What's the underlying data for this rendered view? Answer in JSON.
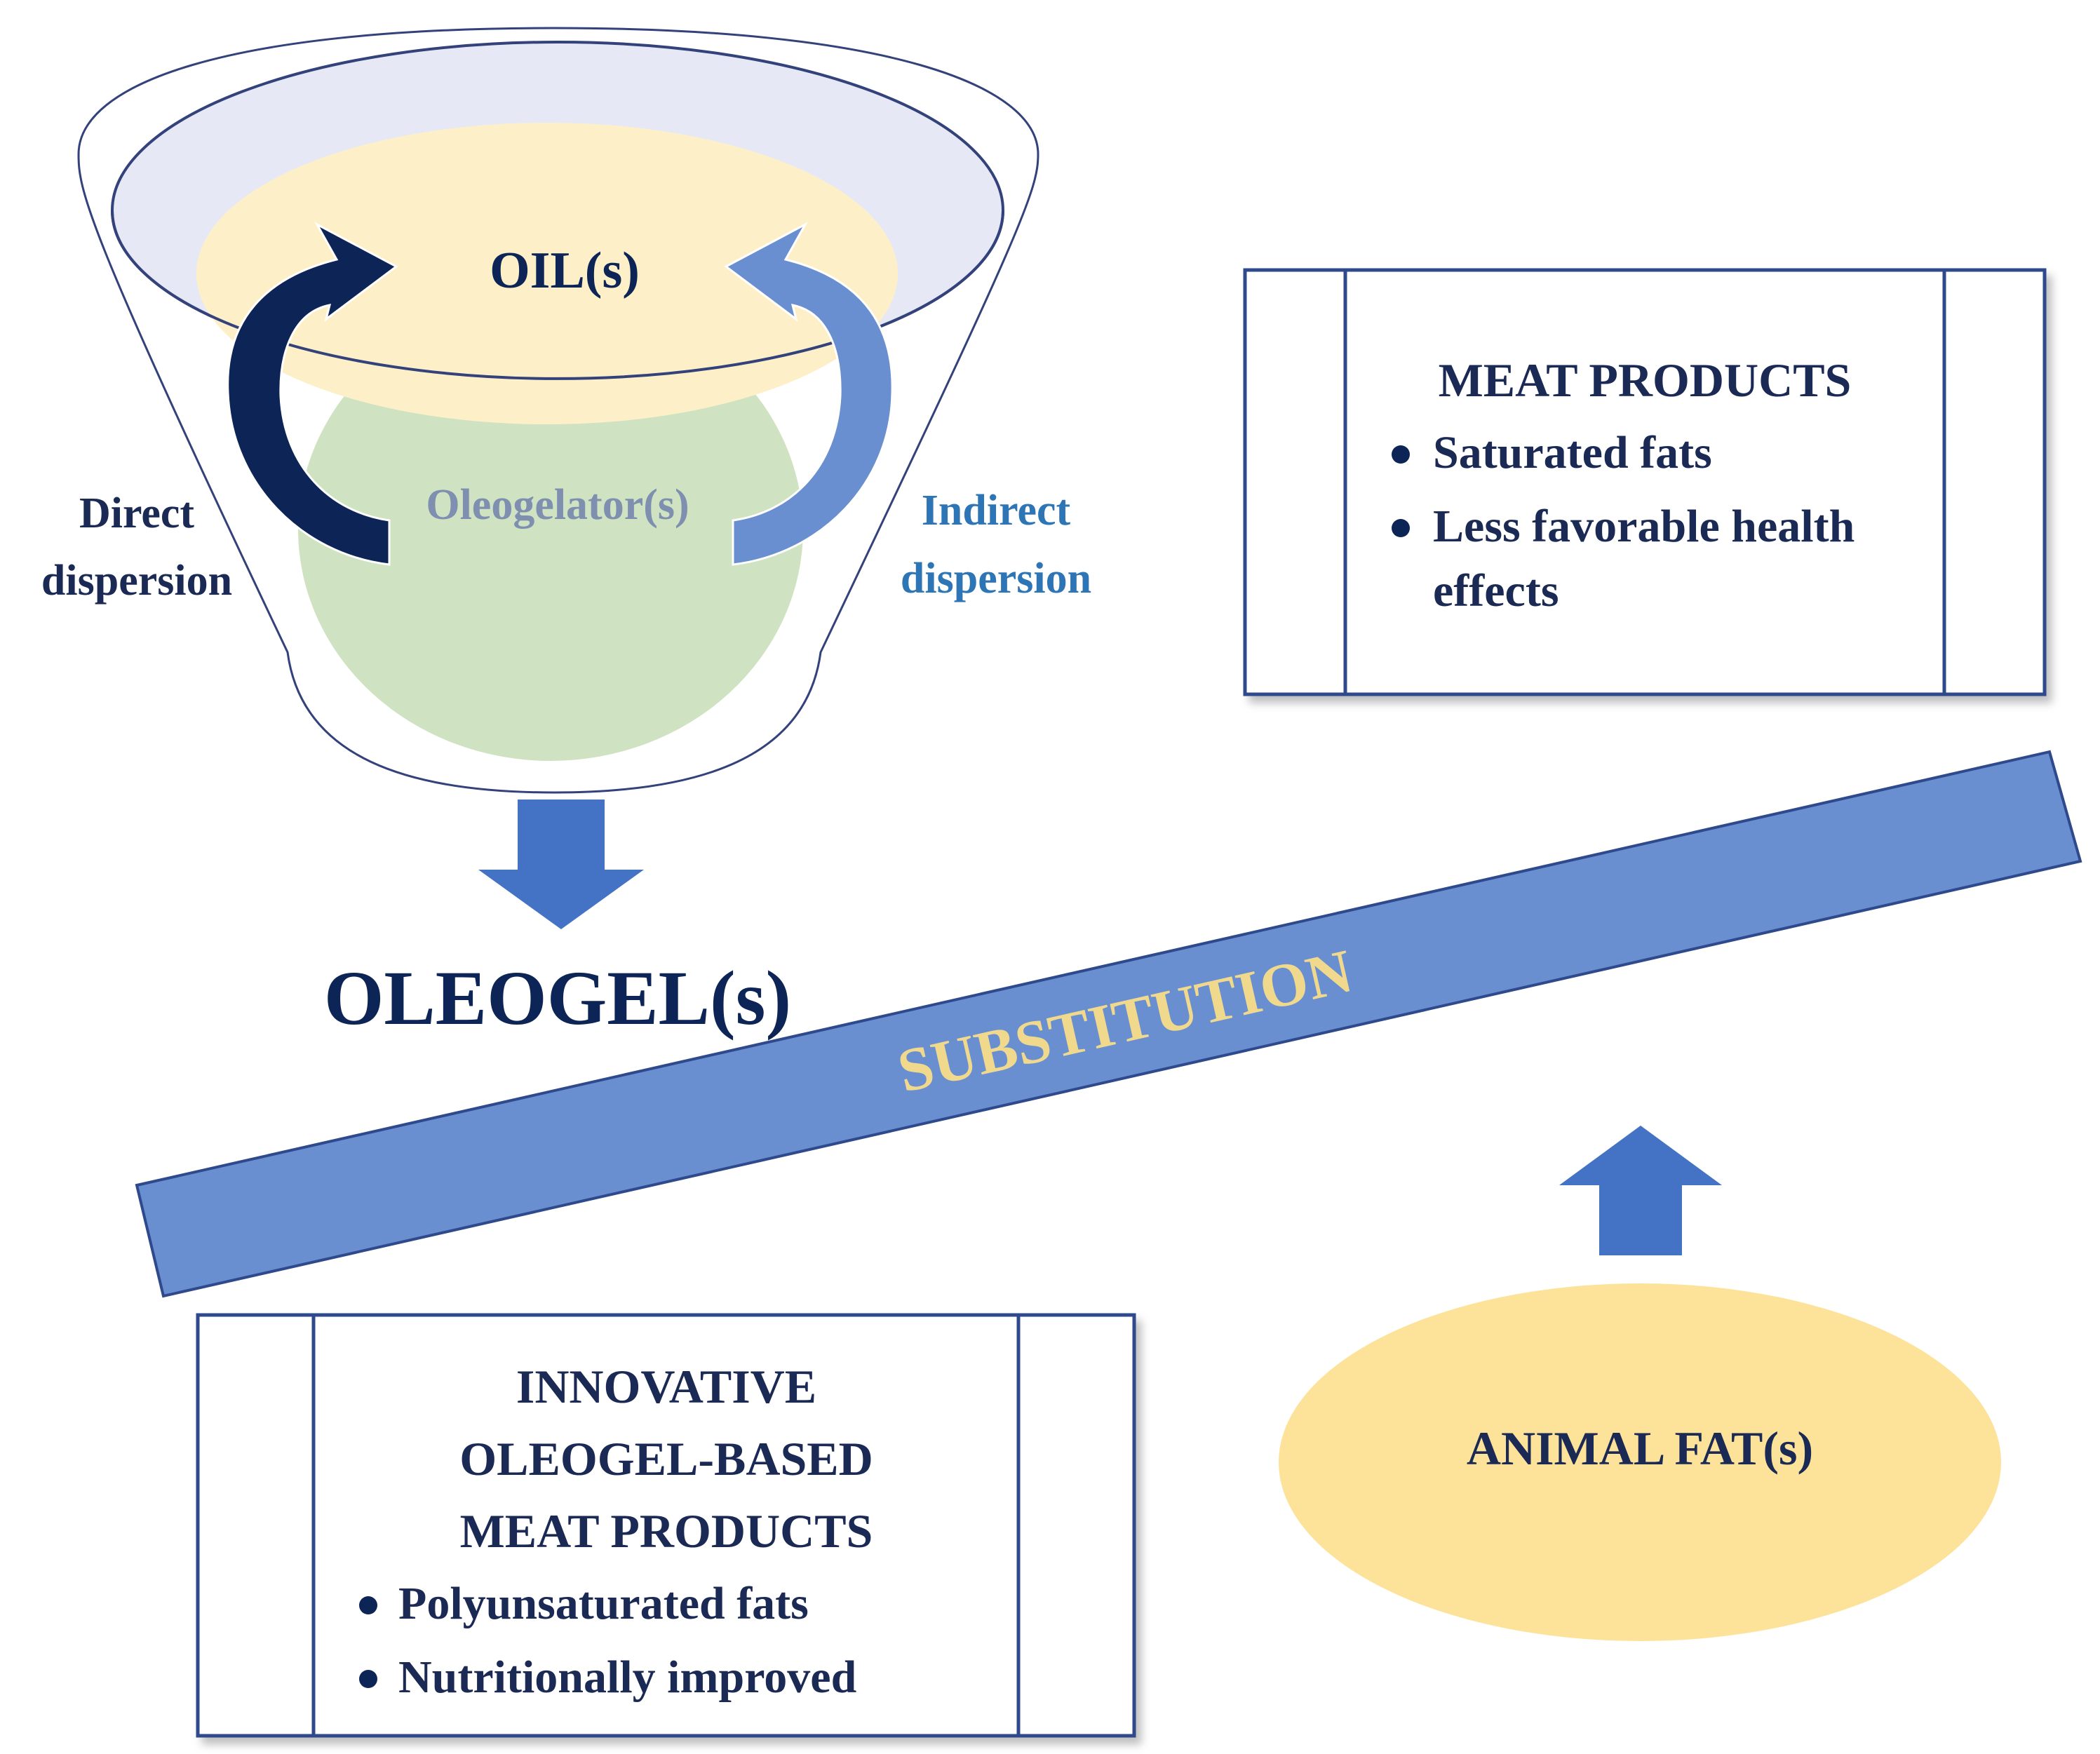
{
  "funnel": {
    "oil_label": "OIL(s)",
    "oleogelator_label": "Oleogelator(s)",
    "direct_label_line1": "Direct",
    "direct_label_line2": "dispersion",
    "indirect_label_line1": "Indirect",
    "indirect_label_line2": "dispersion",
    "output_label": "OLEOGEL(s)"
  },
  "meat_products_box": {
    "title": "MEAT PRODUCTS",
    "bullets": [
      "Saturated fats",
      "Less favorable health"
    ],
    "bullet_continuation": "effects"
  },
  "substitution_label": "SUBSTITUTION",
  "innovative_box": {
    "title_line1": "INNOVATIVE",
    "title_line2": "OLEOGEL-BASED",
    "title_line3": "MEAT PRODUCTS",
    "bullets": [
      "Polyunsaturated fats",
      "Nutritionally improved"
    ]
  },
  "animal_fat_label": "ANIMAL FAT(s)",
  "colors": {
    "dark_navy": "#0d2456",
    "text_navy": "#1b2a55",
    "medium_blue": "#4472c4",
    "bar_blue": "#6a8fd0",
    "indirect_text_blue": "#2e75b6",
    "oil_yellow": "#fdf0c8",
    "oleogelator_green": "#cfe3c2",
    "oleogelator_text": "#7f8fb0",
    "substitution_text": "#f0d98c",
    "animal_fat_yellow": "#fde39a",
    "rim_lavender": "#e6e9f5",
    "box_border": "#2f4a8c"
  }
}
